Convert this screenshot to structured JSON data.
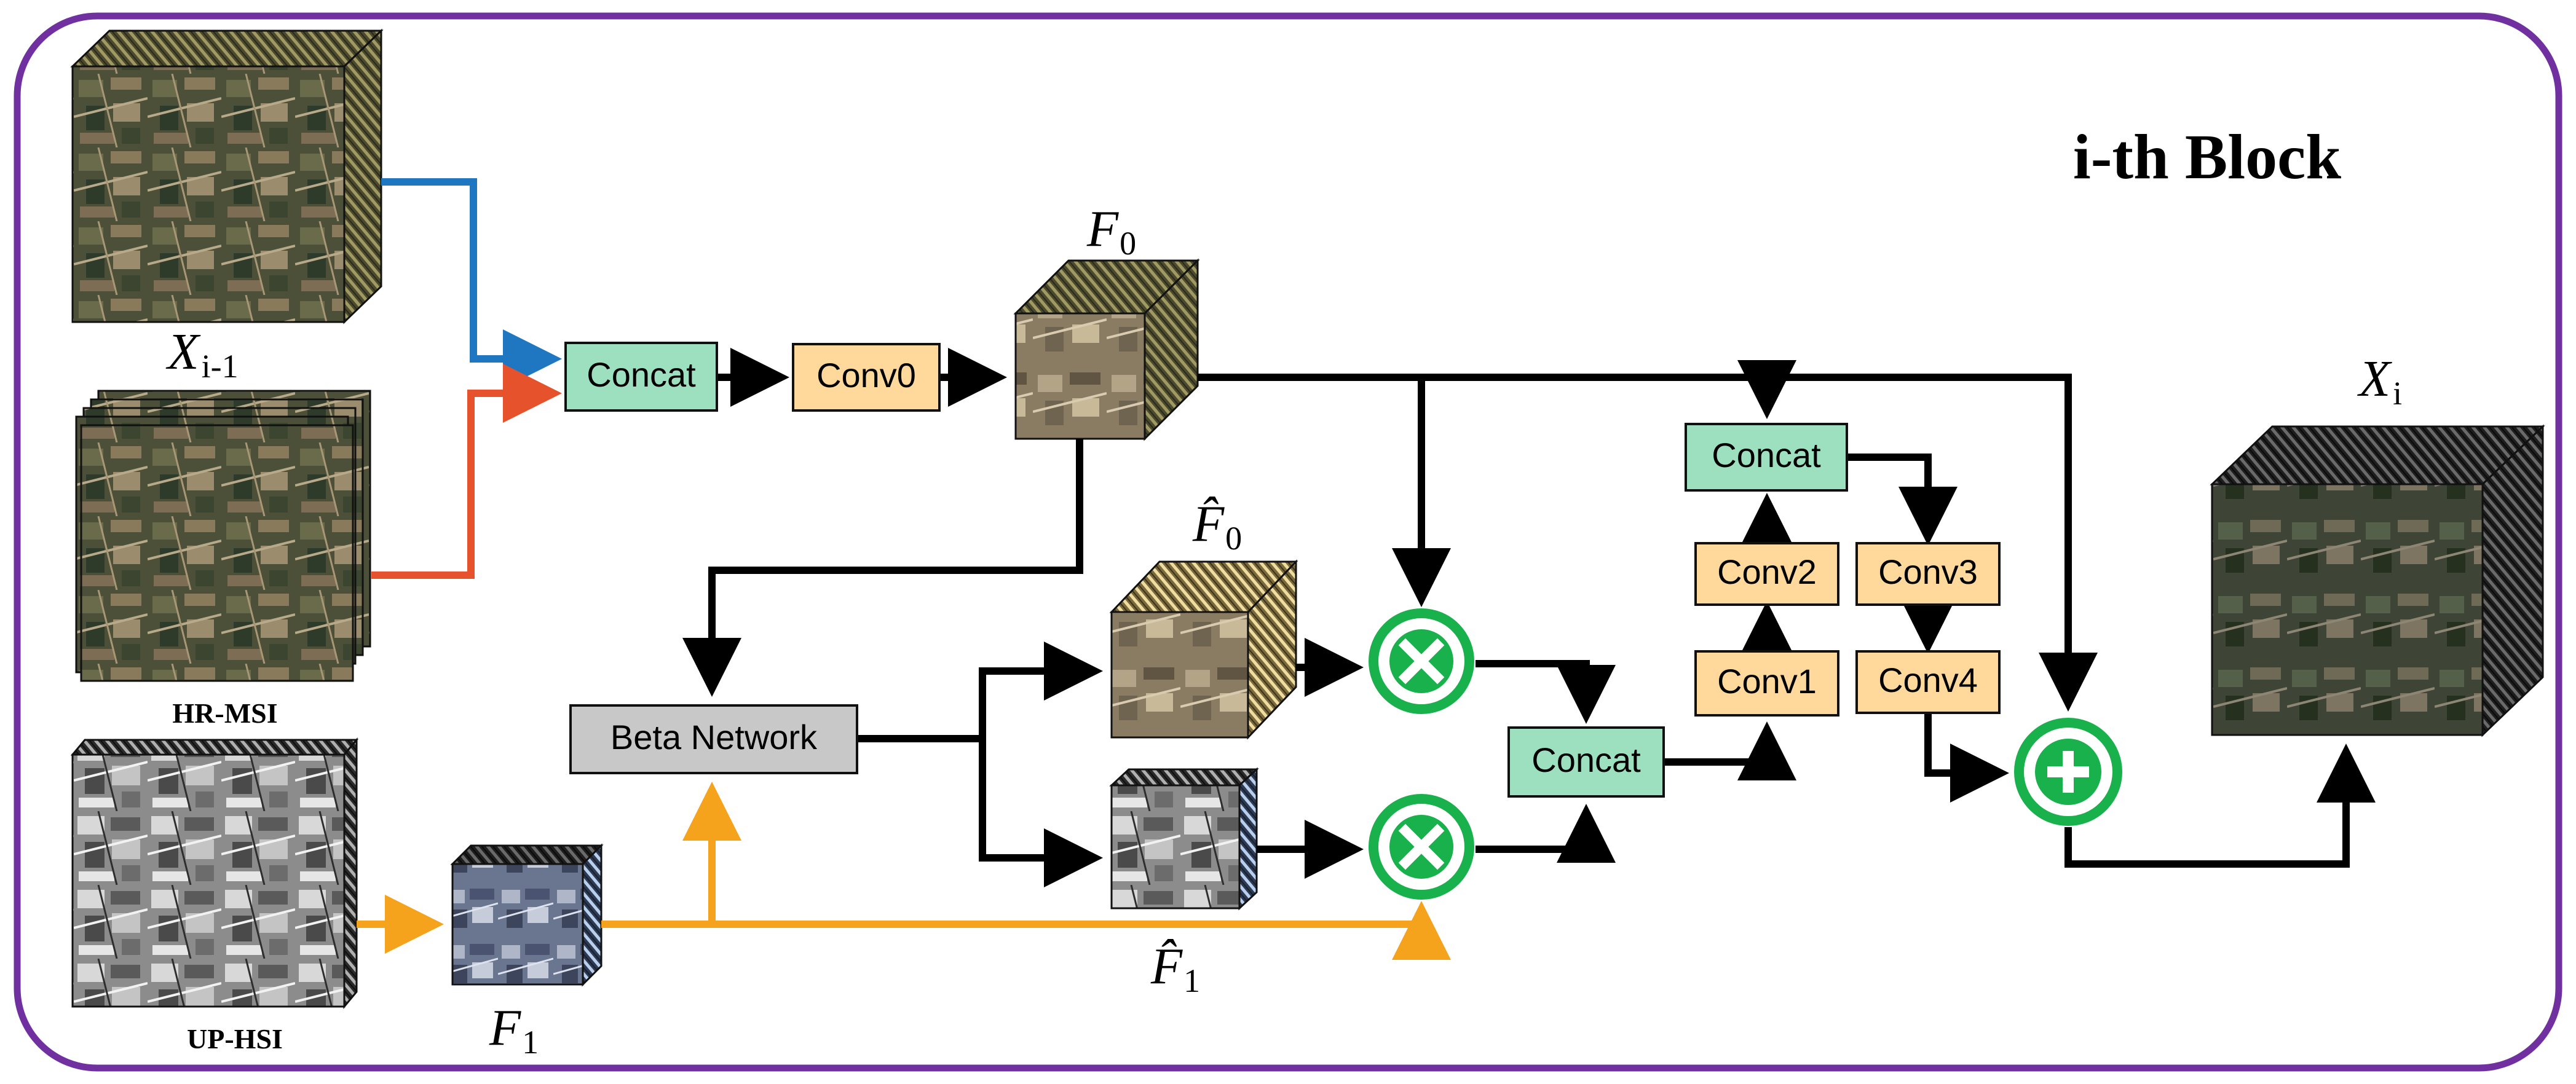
{
  "title": "i-th Block",
  "colors": {
    "frame": "#7030a0",
    "concat_fill": "#9de0c0",
    "conv_fill": "#ffd89b",
    "beta_fill": "#c8c8c8",
    "blue_line": "#1f77c2",
    "red_line": "#e6522c",
    "orange_line": "#f5a21d",
    "operator": "#18b14b"
  },
  "nodes": {
    "concat1": "Concat",
    "conv0": "Conv0",
    "beta": "Beta Network",
    "concat2": "Concat",
    "concat3": "Concat",
    "conv1": "Conv1",
    "conv2": "Conv2",
    "conv3": "Conv3",
    "conv4": "Conv4"
  },
  "labels": {
    "hr_msi": "HR-MSI",
    "up_hsi": "UP-HSI",
    "x_prev_main": "X",
    "x_prev_sub": "i-1",
    "x_out_main": "X",
    "x_out_sub": "i",
    "f0_main": "F",
    "f0_sub": "0",
    "f0hat_main": "F̂",
    "f0hat_sub": "0",
    "f1_main": "F",
    "f1_sub": "1",
    "f1hat_main": "F̂",
    "f1hat_sub": "1"
  },
  "operators": {
    "multiply_1": "multiply",
    "multiply_2": "multiply",
    "add": "add"
  }
}
